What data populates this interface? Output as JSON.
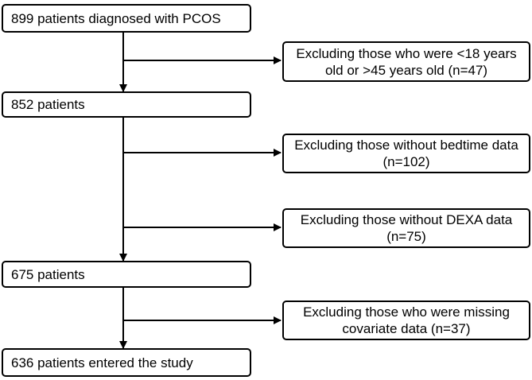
{
  "flowchart": {
    "steps": [
      {
        "label": "899 patients diagnosed with PCOS"
      },
      {
        "label": "852 patients"
      },
      {
        "label": "675 patients"
      },
      {
        "label": "636 patients entered the study"
      }
    ],
    "exclusions": [
      {
        "label": "Excluding those who were <18 years old or >45 years old (n=47)"
      },
      {
        "label": "Excluding those without bedtime data (n=102)"
      },
      {
        "label": "Excluding those without DEXA data (n=75)"
      },
      {
        "label": "Excluding those who were missing covariate data (n=37)"
      }
    ],
    "colors": {
      "stroke": "#000000",
      "background": "#ffffff"
    }
  }
}
